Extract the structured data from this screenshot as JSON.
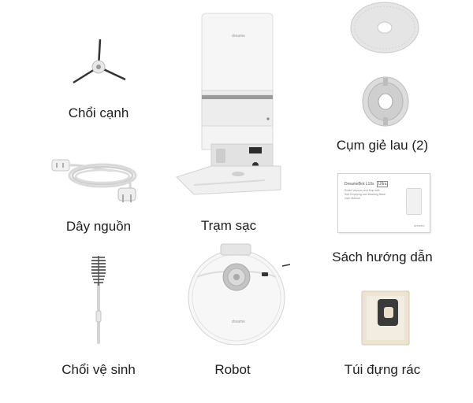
{
  "brand_mark": "dreame",
  "manual": {
    "title": "DreameBot L10s",
    "badge": "Ultra",
    "subtitle_lines": [
      "Robot Vacuum and Mop with",
      "Self-Emptying and Washing Base",
      "User Manual"
    ]
  },
  "items": [
    {
      "id": "side-brush",
      "label": "Chổi cạnh"
    },
    {
      "id": "power-cord",
      "label": "Dây nguồn"
    },
    {
      "id": "cleaning-brush",
      "label": "Chổi vệ sinh"
    },
    {
      "id": "station",
      "label": "Trạm sạc"
    },
    {
      "id": "robot",
      "label": "Robot"
    },
    {
      "id": "mop-pads",
      "label": "Cụm giẻ lau (2)"
    },
    {
      "id": "manual",
      "label": "Sách hướng dẫn"
    },
    {
      "id": "dust-bag",
      "label": "Túi đựng rác"
    }
  ]
}
